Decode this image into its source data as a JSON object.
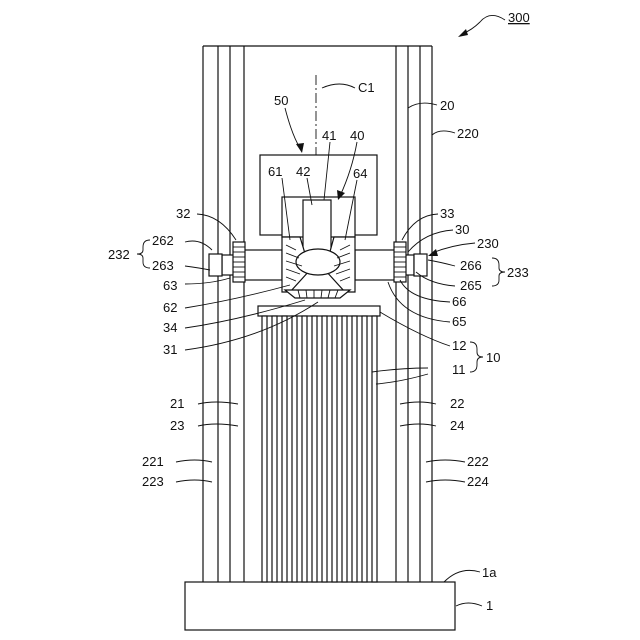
{
  "figure": {
    "ref_main": "300",
    "labels": {
      "c1": "C1",
      "n50": "50",
      "n41": "41",
      "n40": "40",
      "n61": "61",
      "n42": "42",
      "n64": "64",
      "n20": "20",
      "n220": "220",
      "n32": "32",
      "n33": "33",
      "n30": "30",
      "n230": "230",
      "n262": "262",
      "n263": "263",
      "n232": "232",
      "n266": "266",
      "n265": "265",
      "n233": "233",
      "n63": "63",
      "n62": "62",
      "n66": "66",
      "n65": "65",
      "n34": "34",
      "n31": "31",
      "n12": "12",
      "n11": "11",
      "n10": "10",
      "n21": "21",
      "n23": "23",
      "n22": "22",
      "n24": "24",
      "n221": "221",
      "n223": "223",
      "n222": "222",
      "n224": "224",
      "n1a": "1a",
      "n1": "1"
    }
  }
}
